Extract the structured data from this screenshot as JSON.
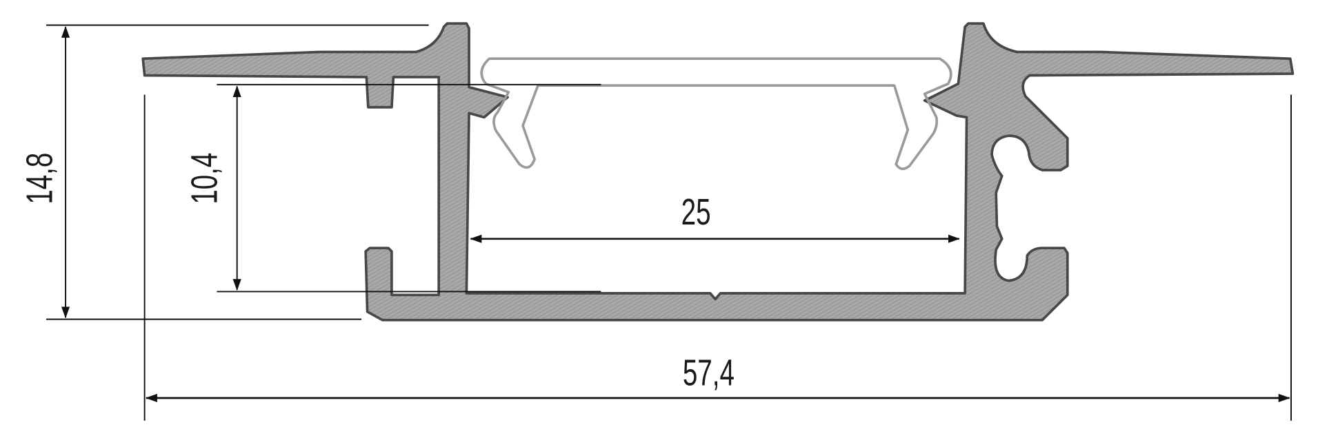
{
  "drawing": {
    "type": "profile cross-section",
    "dimensions": {
      "total_height": "14,8",
      "inner_height": "10,4",
      "inner_width": "25",
      "total_width": "57,4"
    },
    "colors": {
      "profile_fill": "#a3a3a3",
      "profile_stroke": "#474747",
      "diffuser_stroke": "#9a9a9a",
      "dimension_line": "#111111"
    }
  }
}
